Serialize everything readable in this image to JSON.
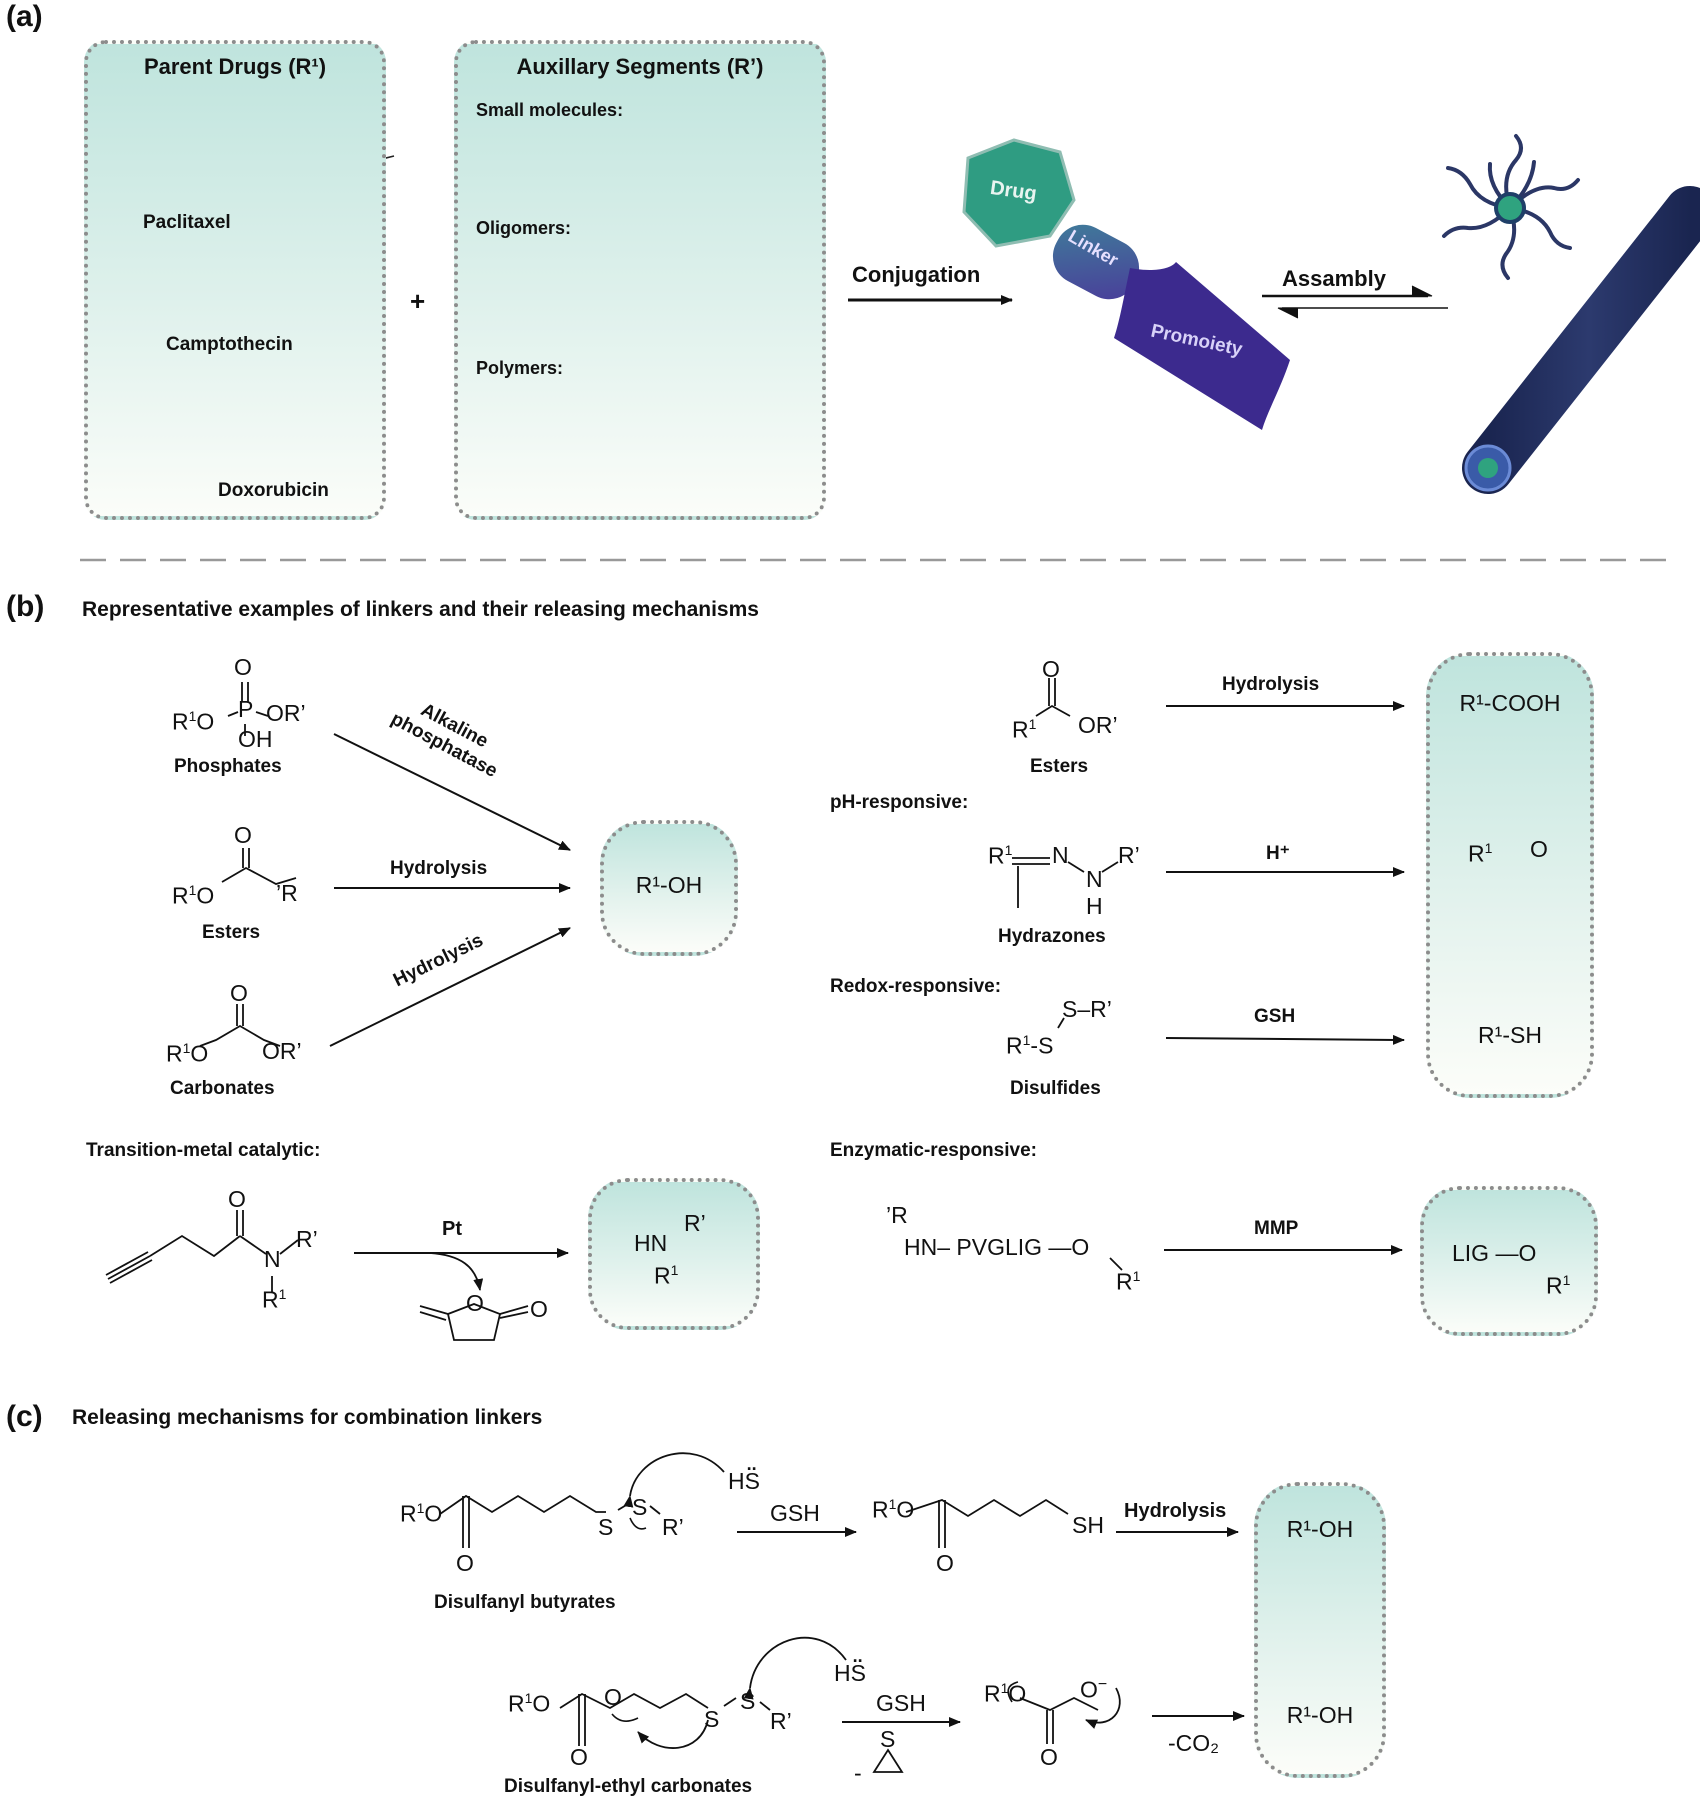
{
  "panel_a": {
    "letter": "(a)",
    "parent_drugs": {
      "title": "Parent Drugs (R¹)",
      "drugs": [
        "Paclitaxel",
        "Camptothecin",
        "Doxorubicin"
      ]
    },
    "plus": "+",
    "auxiliary": {
      "title": "Auxillary Segments (R’)",
      "small_molecules": "Small molecules:",
      "oligomers": "Oligomers:",
      "polymers": "Polymers:"
    },
    "conjugation": "Conjugation",
    "assembly": "Assambly",
    "conjugate_parts": {
      "drug": "Drug",
      "linker": "Linker",
      "promoiety": "Promoiety"
    }
  },
  "panel_b": {
    "letter": "(b)",
    "heading": "Representative examples of linkers and their releasing mechanisms",
    "left": {
      "phosphates_label": "Phosphates",
      "phosphate_enzyme": "Alkaline phosphatase",
      "esters_label": "Esters",
      "esters_arrow": "Hydrolysis",
      "carbonates_label": "Carbonates",
      "carbonates_arrow": "Hydrolysis",
      "product": "R¹-OH",
      "transition_metal": "Transition-metal catalytic:",
      "pt_arrow": "Pt"
    },
    "right": {
      "esters_label": "Esters",
      "esters_arrow": "Hydrolysis",
      "ph_responsive": "pH-responsive:",
      "hydrazones_label": "Hydrazones",
      "h_arrow": "H⁺",
      "redox_responsive": "Redox-responsive:",
      "disulfides_label": "Disulfides",
      "gsh_arrow": "GSH",
      "products": [
        "R¹-COOH",
        "R¹-SH"
      ],
      "enzymatic_responsive": "Enzymatic-responsive:",
      "mmp_arrow": "MMP",
      "pvglig": "HN– PVGLIG —O"
    }
  },
  "panel_c": {
    "letter": "(c)",
    "heading": "Releasing mechanisms for combination linkers",
    "disulfanyl_butyrates": "Disulfanyl butyrates",
    "disulfanyl_ethyl": "Disulfanyl-ethyl carbonates",
    "gsh": "GSH",
    "hydrolysis": "Hydrolysis",
    "co2": "-CO₂",
    "products": [
      "R¹-OH",
      "R¹-OH"
    ]
  }
}
